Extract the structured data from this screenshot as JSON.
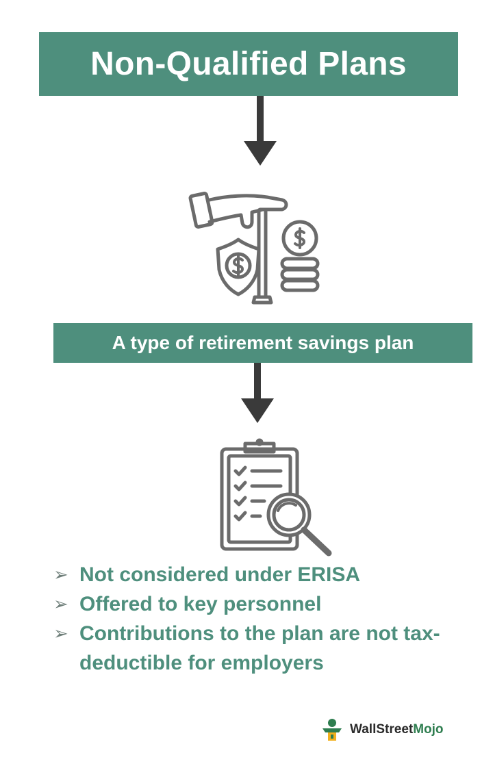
{
  "title": "Non-Qualified Plans",
  "subtitle": "A type of retirement savings plan",
  "points": [
    "Not considered under ERISA",
    "Offered to key personnel",
    "Contributions to the plan are not tax-deductible for employers"
  ],
  "bullet_marker": "➢",
  "brand": {
    "part1": "WallStreet",
    "part2": "Mojo"
  },
  "colors": {
    "accent": "#4e8f7d",
    "arrow": "#3a3a3a",
    "icon": "#6b6b6b",
    "text_on_accent": "#ffffff"
  },
  "icons": [
    "hand-coins-shield-icon",
    "clipboard-checklist-magnifier-icon",
    "wallstreetmojo-logo-icon"
  ]
}
